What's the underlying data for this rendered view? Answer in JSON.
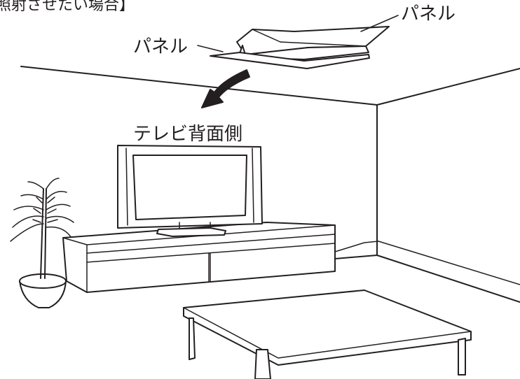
{
  "heading": "照射させたい場合】",
  "labels": {
    "panel_right": "パネル",
    "panel_left": "パネル",
    "tv_back": "テレビ背面側"
  }
}
